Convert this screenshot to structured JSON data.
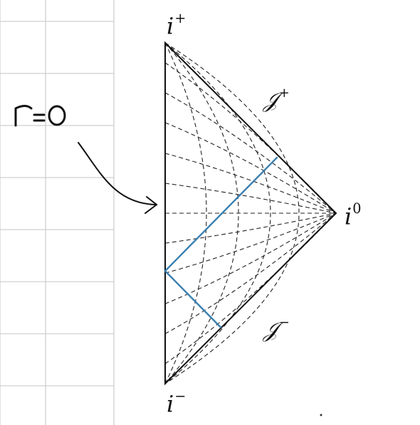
{
  "labels": {
    "i_plus": {
      "base": "i",
      "sup": "+"
    },
    "i_minus": {
      "base": "i",
      "sup": "−"
    },
    "i_zero": {
      "base": "i",
      "sup": "0"
    },
    "scri_plus": {
      "base": "𝒥",
      "sup": "+"
    },
    "scri_minus": {
      "base": "𝒥",
      "sup": "−"
    }
  },
  "handwritten_note": "r=0",
  "colors": {
    "ink": "#111111",
    "dashed": "#222222",
    "highlight": "#3a7fb0",
    "grid": "#cfcfcf",
    "background": "#ffffff"
  }
}
